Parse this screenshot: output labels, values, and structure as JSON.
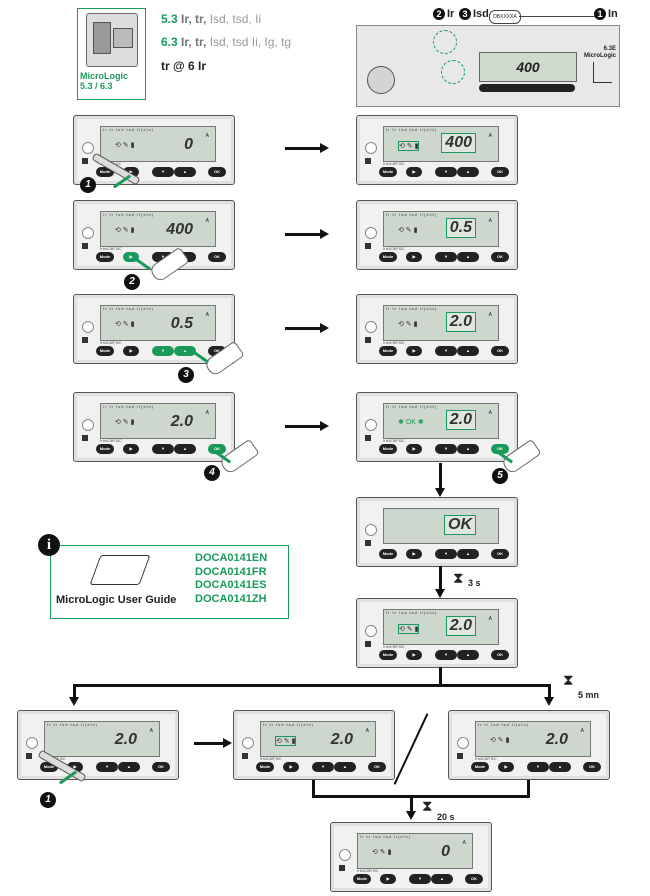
{
  "header": {
    "product": "MicroLogic\n5.3 / 6.3",
    "line1_num": "5.3",
    "line1_bold": "Ir, tr,",
    "line1_light": " Isd, tsd, Ii",
    "line2_num": "6.3",
    "line2_bold": "Ir, tr,",
    "line2_light": " Isd, tsd Ii, Ig, tg",
    "setting": "tr @ 6 Ir"
  },
  "callouts": {
    "c2_num": "2",
    "c2_lbl": "Ir",
    "c3_num": "3",
    "c3_lbl": "Isd",
    "c1_num": "1",
    "c1_lbl": "In",
    "oval": "DBXXXXA",
    "model": "6.3E\nMicroLogic",
    "mini_value": "400"
  },
  "units": {
    "tabs": "Ir   tr   Isd   tsd   Ii(xIn)",
    "scale": "Ir  tr/A  2tR  S/C",
    "mode": "Mode",
    "ok": "OK",
    "amp": "A",
    "u1": "0",
    "u2": "400",
    "u3": "400",
    "u4": "0.5",
    "u5": "0.5",
    "u6": "2.0",
    "u7": "2.0",
    "u8": "2.0",
    "u9": "OK",
    "u10": "2.0",
    "u11": "2.0",
    "u12": "2.0",
    "u13": "2.0",
    "u14": "0"
  },
  "steps": [
    "1",
    "2",
    "3",
    "4",
    "5",
    "1"
  ],
  "timers": {
    "t1": "3 s",
    "t2": "5 mn",
    "t3": "20 s"
  },
  "info": {
    "i": "i",
    "guide": "MicroLogic User Guide",
    "docs": [
      "DOCA0141EN",
      "DOCA0141FR",
      "DOCA0141ES",
      "DOCA0141ZH"
    ]
  },
  "colors": {
    "accent": "#1a9a5a",
    "lcd": "#ced7cd"
  }
}
